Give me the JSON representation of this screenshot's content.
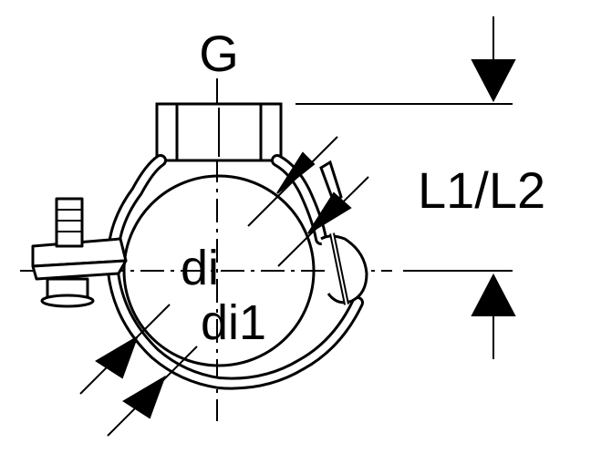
{
  "labels": {
    "thread": "G",
    "length": "L1/L2",
    "inner_diameter": "di",
    "inner_diameter_1": "di1"
  },
  "colors": {
    "ink": "#000000",
    "background": "#ffffff"
  }
}
